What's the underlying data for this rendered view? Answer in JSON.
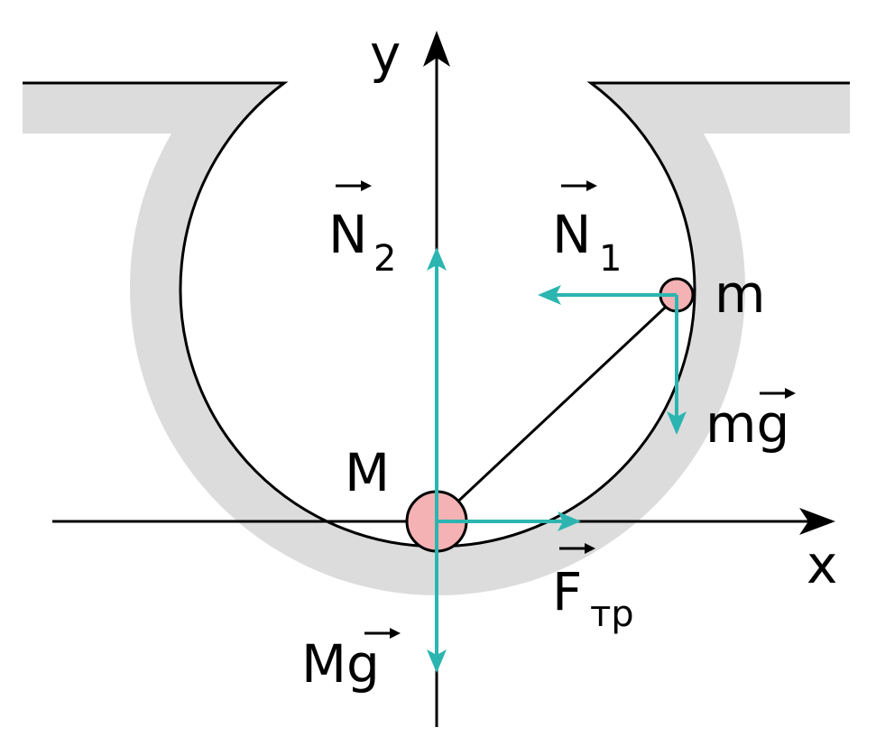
{
  "colors": {
    "background": "#ffffff",
    "bowl_fill": "#dcdcdc",
    "line": "#000000",
    "force": "#2cb5b0",
    "mass_fill": "#f4b2b4"
  },
  "axes": {
    "x_label": "x",
    "y_label": "y"
  },
  "bodies": {
    "large": {
      "label": "M"
    },
    "small": {
      "label": "m"
    }
  },
  "forces": {
    "n2": {
      "symbol": "N",
      "subscript": "2"
    },
    "n1": {
      "symbol": "N",
      "subscript": "1"
    },
    "mg_small": {
      "symbol": "mg"
    },
    "mg_large": {
      "symbol": "Mg"
    },
    "friction": {
      "symbol": "F",
      "subscript": "тр"
    }
  }
}
